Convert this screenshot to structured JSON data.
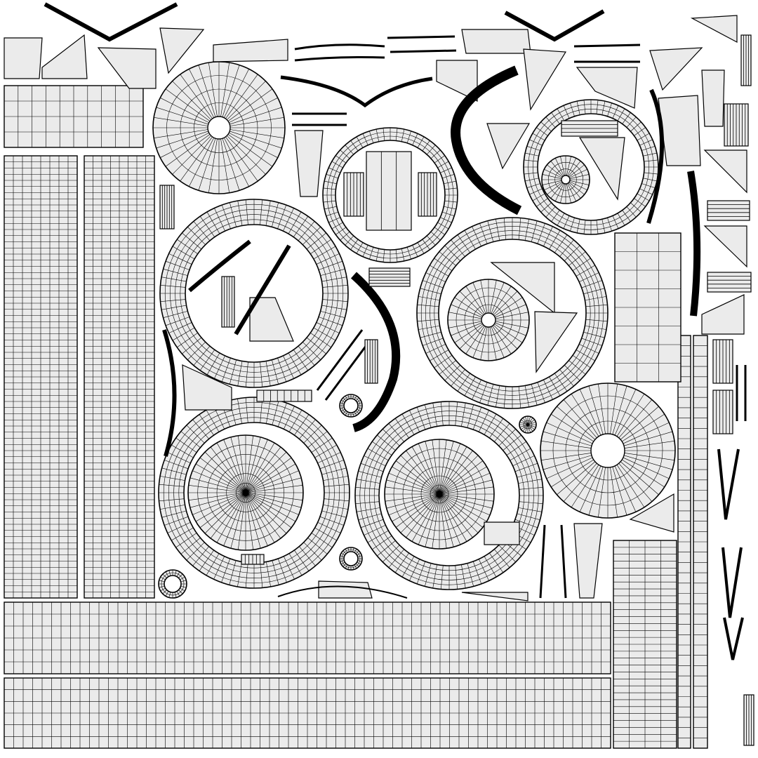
{
  "image": {
    "kind": "UV texture layout wireframe",
    "background": "#ffffff",
    "fill": "#ebebeb",
    "stroke": "#000000",
    "visible_text": []
  },
  "layout": {
    "islands": [
      "left-vertical-strip-a",
      "left-vertical-strip-b",
      "bottom-horizontal-strip-a",
      "bottom-horizontal-strip-b",
      "top-left-slab",
      "radial-disc-top",
      "radial-disc-right",
      "tire-ring-mid-left",
      "tire-ring-mid-right",
      "tire-ring-bottom-left",
      "tire-ring-bottom-right",
      "small-rim-ring",
      "small-rim-ring-right",
      "right-column-panels",
      "right-edge-strips"
    ]
  }
}
